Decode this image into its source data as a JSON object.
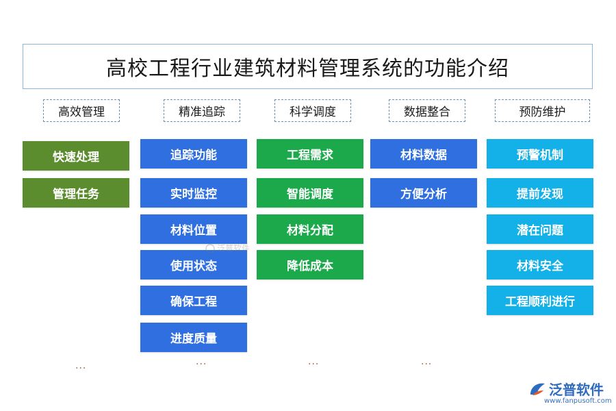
{
  "title": "高校工程行业建筑材料管理系统的功能介绍",
  "colors": {
    "green_dark": "#5b8c2e",
    "blue": "#2f6fe0",
    "green": "#1ca94c",
    "cyan": "#14b0e8"
  },
  "columns": [
    {
      "category": "高效管理",
      "items": [
        "快速处理",
        "管理任务"
      ],
      "ellipsis": "..."
    },
    {
      "category": "精准追踪",
      "items": [
        "追踪功能",
        "实时监控",
        "材料位置",
        "使用状态",
        "确保工程",
        "进度质量"
      ],
      "ellipsis": "..."
    },
    {
      "category": "科学调度",
      "items": [
        "工程需求",
        "智能调度",
        "材料分配",
        "降低成本"
      ],
      "ellipsis": "..."
    },
    {
      "category": "数据整合",
      "items": [
        "材料数据",
        "方便分析"
      ],
      "ellipsis": "..."
    },
    {
      "category": "预防维护",
      "items": [
        "预警机制",
        "提前发现",
        "潜在问题",
        "材料安全",
        "工程顺利进行"
      ]
    }
  ],
  "watermark": "泛普软件",
  "logo": {
    "name": "泛普软件",
    "url": "www.fanpusoft.com"
  }
}
